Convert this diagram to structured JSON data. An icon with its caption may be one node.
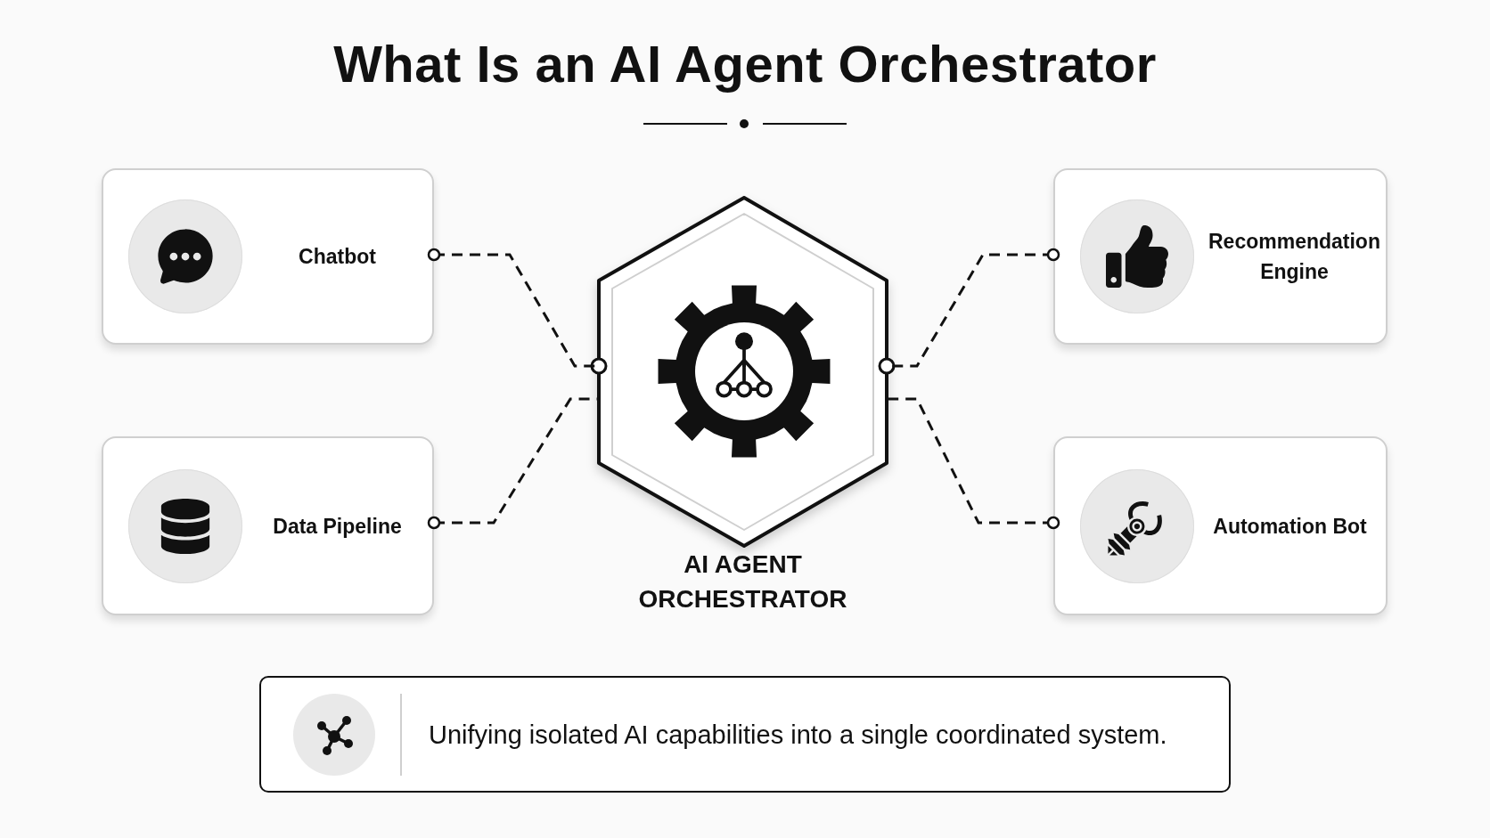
{
  "diagram": {
    "title": "What Is an AI Agent Orchestrator",
    "nodes": [
      {
        "text": [
          "Chatbot"
        ]
      },
      {
        "text": [
          "AI AGENT ORCHESTRATOR"
        ]
      },
      {
        "text": [
          "Recommendation Engine"
        ]
      },
      {
        "text": [
          "Data Pipeline"
        ]
      },
      {
        "text": [
          "Automation Bot"
        ]
      },
      {
        "text": [
          "Unifying isolated AI capabilities into a single coordinated system."
        ]
      }
    ],
    "edges": [
      {
        "from": 0,
        "to": 1,
        "arrow": "other",
        "style": "dashed"
      },
      {
        "from": 2,
        "to": 1,
        "arrow": "other",
        "style": "dashed"
      },
      {
        "from": 3,
        "to": 1,
        "arrow": "other",
        "style": "dashed"
      },
      {
        "from": 4,
        "to": 1,
        "arrow": "other",
        "style": "dashed"
      }
    ]
  }
}
